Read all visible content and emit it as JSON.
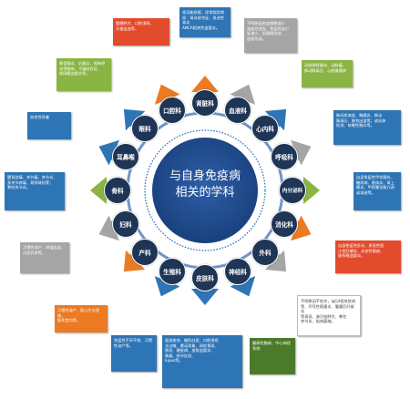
{
  "center": {
    "line1": "与自身免疫病",
    "line2": "相关的学科"
  },
  "colors": {
    "navy": "#1f3556",
    "ring_light": "#6f96c6",
    "ring_mid": "#2d6db3",
    "orange": "#ec7a22",
    "gray": "#a5a5a5",
    "green": "#8ab443",
    "blue": "#2e75b6",
    "red": "#e24b2c",
    "darkgreen": "#4b7b2a"
  },
  "departments": [
    {
      "id": "shenzang",
      "label": "肾脏科"
    },
    {
      "id": "xueye",
      "label": "血液科"
    },
    {
      "id": "xinnei",
      "label": "心内科"
    },
    {
      "id": "huxi",
      "label": "呼吸科"
    },
    {
      "id": "neifenmi",
      "label": "内分泌科"
    },
    {
      "id": "xiaohua",
      "label": "消化科"
    },
    {
      "id": "waike",
      "label": "外科"
    },
    {
      "id": "shenjing",
      "label": "神经科"
    },
    {
      "id": "pifu",
      "label": "皮肤科"
    },
    {
      "id": "shengzhi",
      "label": "生殖科"
    },
    {
      "id": "chanke",
      "label": "产科"
    },
    {
      "id": "fuke",
      "label": "妇科"
    },
    {
      "id": "guke",
      "label": "骨科"
    },
    {
      "id": "erbihou",
      "label": "耳鼻喉"
    },
    {
      "id": "yanke",
      "label": "眼科"
    },
    {
      "id": "kouqiang",
      "label": "口腔科"
    }
  ],
  "boxes": [
    {
      "id": "shenzang",
      "lines": [
        "肾功能损害，尿常规异常",
        "尿：肾炎综合征、急进性肾炎",
        "ANCA相关性血管炎。"
      ]
    },
    {
      "id": "xueye",
      "lines": [
        "不明原因的血细胞减少",
        "溶血性贫血、免疫性血小",
        "板减少、抗磷脂抗体、",
        "血栓形成。"
      ]
    },
    {
      "id": "xinnei",
      "lines": [
        "动脉粥样硬化、动脉瘤、",
        "肺动脉高压、心脏瓣膜病"
      ]
    },
    {
      "id": "huxi",
      "lines": [
        "肺间质病变、胸膜炎、肺动",
        "脉高压、肺泡出血等；或抗体",
        "检测、咳嗽性胸水等。"
      ]
    },
    {
      "id": "neifenmi",
      "lines": [
        "自身免疫性甲状腺炎、",
        "糖尿病、垂体炎、肾上",
        "腺炎、甲状腺功能亢进",
        "或减退等。"
      ]
    },
    {
      "id": "xiaohua",
      "lines": [
        "自身免疫性肝炎、原发性胆",
        "汁性肝硬化、炎症性肠病、",
        "肠系膜血管炎。"
      ]
    },
    {
      "id": "waike",
      "lines": [
        "不明原因不愈合，IgG4相关疾病",
        "等、坏死性筋膜炎、腹膜后纤维化",
        "等表现、淋巴结肿大、脊柱",
        "关节炎、肌肉萎缩。"
      ]
    },
    {
      "id": "shenjing",
      "lines": [
        "癫痫性脑病、中心神经",
        "系统"
      ]
    },
    {
      "id": "pifu",
      "lines": [
        "面部皮疹、蝶形红斑、口腔溃疡",
        "光过敏、雷诺现象、网状青斑、",
        "脱发、硬皮病、皮肤血管炎、",
        "紫癜、结节红斑、",
        "lupus等。"
      ]
    },
    {
      "id": "shengzhi",
      "lines": [
        "免疫性不孕不育、习惯",
        "性流产等。"
      ]
    },
    {
      "id": "chanke",
      "lines": [
        "习惯性流产、胎儿生长受限、",
        "胎死宫内等。"
      ]
    },
    {
      "id": "fuke",
      "lines": [
        "习惯性流产、阴道出血、",
        "月经异常等。"
      ]
    },
    {
      "id": "guke",
      "lines": [
        "腰背部痛、关节痛、关节炎、",
        "多关节疼痛、骨质疏松等；",
        "脊柱关节炎。"
      ]
    },
    {
      "id": "erbihou",
      "lines": [
        "突发性耳聋"
      ]
    },
    {
      "id": "yanke",
      "lines": [
        "葡萄膜炎、巩膜炎、视神经",
        "炎等眼病、干燥综合征、",
        "视网膜血管炎等。"
      ]
    },
    {
      "id": "kouqiang",
      "lines": [
        "腮腺肿大、口腔溃疡、",
        "牙龈出血等。"
      ]
    }
  ]
}
